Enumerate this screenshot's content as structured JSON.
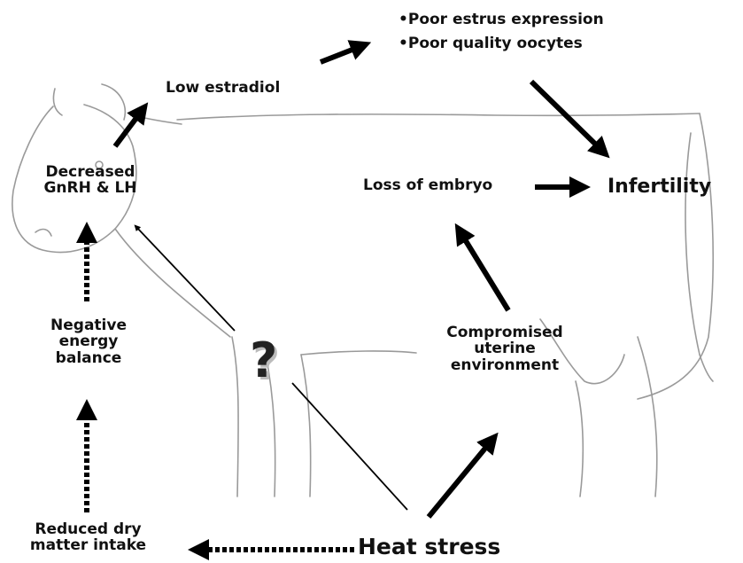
{
  "colors": {
    "arrow": "#000000",
    "cow_outline": "#9a9a9a",
    "text": "#111111"
  },
  "labels": {
    "bullet_1": "•Poor estrus expression",
    "bullet_2": "•Poor quality oocytes",
    "low_estradiol": "Low estradiol",
    "decreased_line1": "Decreased",
    "decreased_line2": "GnRH & LH",
    "loss_of_embryo": "Loss of embryo",
    "infertility": "Infertility",
    "neb_line1": "Negative",
    "neb_line2": "energy",
    "neb_line3": "balance",
    "question": "?",
    "cue_line1": "Compromised",
    "cue_line2": "uterine",
    "cue_line3": "environment",
    "rdmi_line1": "Reduced dry",
    "rdmi_line2": "matter intake",
    "heat_stress": "Heat stress"
  }
}
